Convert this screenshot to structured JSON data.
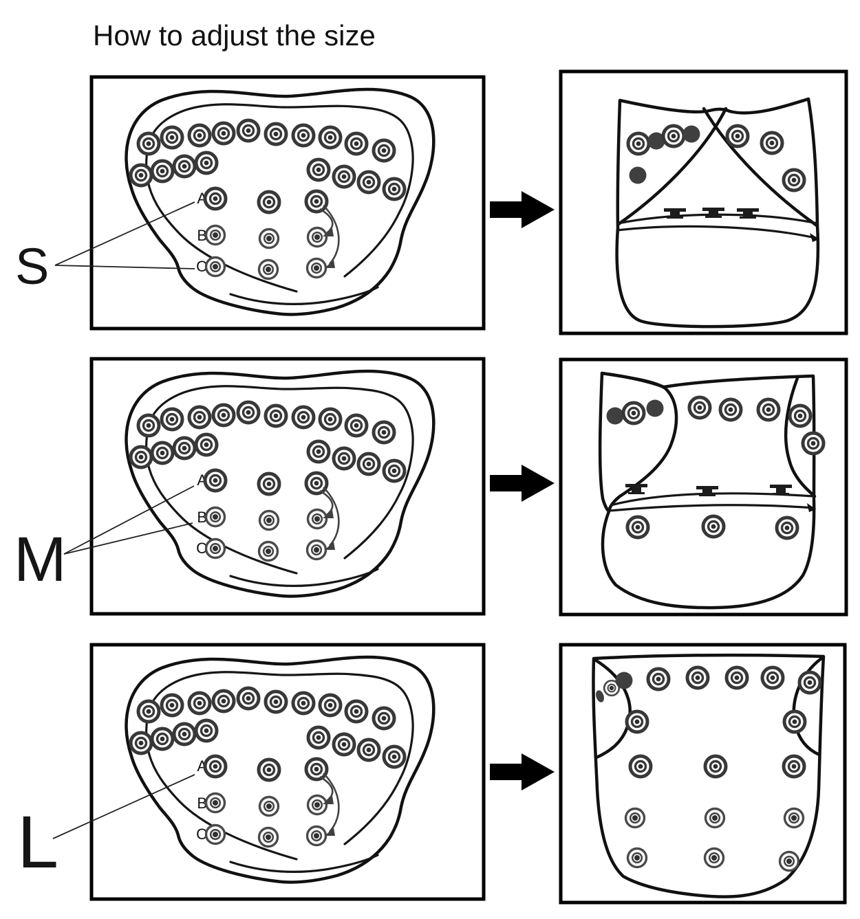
{
  "title": "How to adjust the size",
  "labels": {
    "a": "A",
    "b": "B",
    "c": "C"
  },
  "rows": [
    {
      "size": "S",
      "leader_targets": "A, C"
    },
    {
      "size": "M",
      "leader_targets": "A, B"
    },
    {
      "size": "L",
      "leader_targets": "A"
    }
  ],
  "fold_arrows": [
    "A to B",
    "A to C"
  ],
  "colors": {
    "outline": "#111111",
    "snap_dark": "#383838",
    "snap_light": "#4a4a4a",
    "snap_solid": "#3f3f3f",
    "arrow": "#000000",
    "leader_line": "#222222",
    "panel_border": "#000000",
    "background": "#ffffff"
  }
}
